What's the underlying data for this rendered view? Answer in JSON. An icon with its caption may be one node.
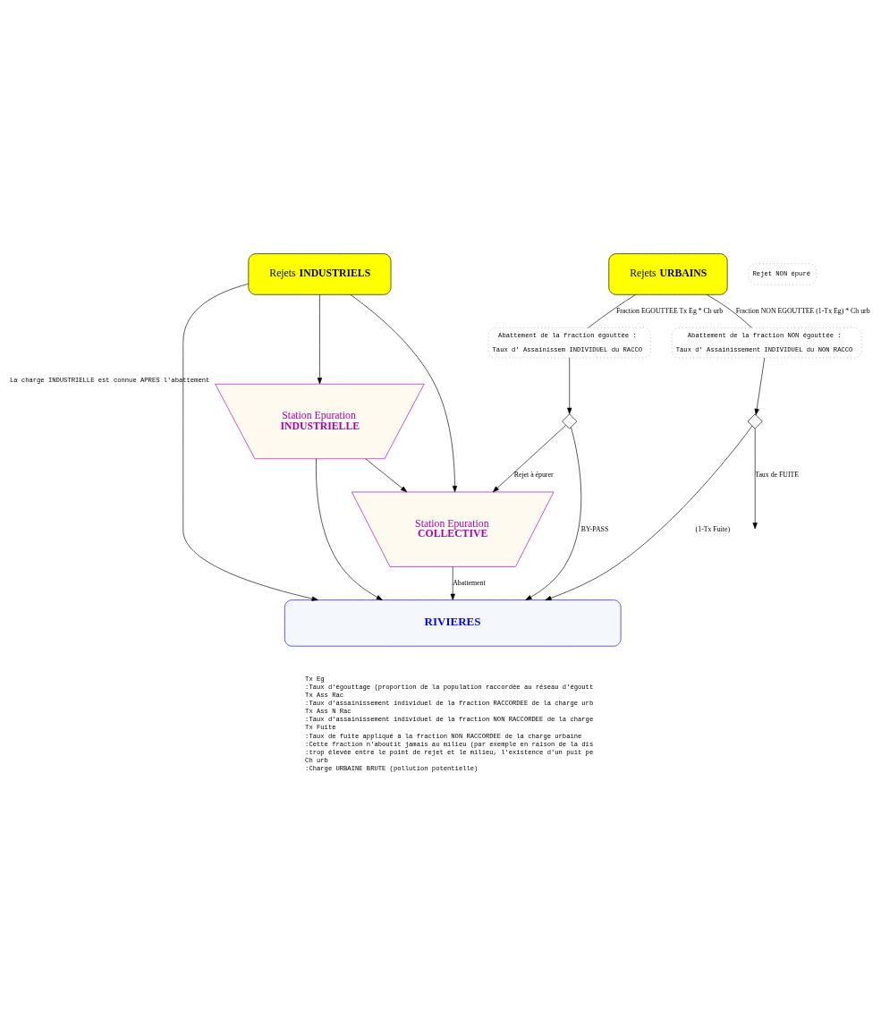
{
  "diagram": {
    "nodes": [
      {
        "text": [
          "Rejets **INDUSTRIELS**"
        ]
      },
      {
        "text": [
          "Rejets **URBAINS**"
        ]
      },
      {
        "text": [
          "Station Epuration",
          "INDUSTRIELLE"
        ],
        "beside": [
          "La charge INDUSTRIELLE est connue APRES l'abattement"
        ]
      },
      {
        "text": [
          "Abattement de la fraction égouttée :",
          "Taux d' Assainissem INDIVIDUEL du RACCO"
        ]
      },
      {
        "text": [
          "Abattement de la fraction NON égouttée :",
          "Taux d' Assainissement INDIVIDUEL du NON RACCO"
        ]
      },
      {
        "text": [],
        "shape": "diamond"
      },
      {
        "text": [],
        "shape": "diamond"
      },
      {
        "text": [
          "Station Epuration",
          "COLLECTIVE"
        ]
      },
      {
        "text": [
          "Rejet NON épuré"
        ]
      },
      {
        "text": [
          "RIVIERES"
        ]
      }
    ],
    "edges": [
      {
        "from": 0,
        "to": 9,
        "arrow": "to"
      },
      {
        "from": 0,
        "to": 2,
        "arrow": "to"
      },
      {
        "from": 0,
        "to": 7,
        "arrow": "to"
      },
      {
        "from": 1,
        "to": 3,
        "arrow": "none",
        "label": "Fraction EGOUTTEE Tx Eg * Ch urb"
      },
      {
        "from": 3,
        "to": 5,
        "arrow": "to"
      },
      {
        "from": 1,
        "to": 4,
        "arrow": "none",
        "label": "Fraction NON EGOUTTEE (1-Tx Eg) * Ch urb"
      },
      {
        "from": 4,
        "to": 6,
        "arrow": "to"
      },
      {
        "from": 2,
        "to": 7,
        "arrow": "to"
      },
      {
        "from": 2,
        "to": 9,
        "arrow": "to"
      },
      {
        "from": 5,
        "to": 7,
        "arrow": "to",
        "label": "Rejet à épurer"
      },
      {
        "from": 5,
        "to": 9,
        "arrow": "to",
        "label": "BY-PASS"
      },
      {
        "from": 6,
        "to": null,
        "arrow": "to",
        "label": "Taux de FUITE"
      },
      {
        "from": 6,
        "to": 9,
        "arrow": "to",
        "label": "(1-Tx Fuite)"
      },
      {
        "from": 7,
        "to": 9,
        "arrow": "to",
        "label": "Abattement"
      }
    ],
    "labels": [
      "Tx Eg",
      ":Taux d'égouttage (proportion de la population raccordée au réseau d'égoutt",
      "Tx Ass Rac",
      ":Taux d'assainissement individuel de la fraction RACCORDEE de la charge urb",
      "Tx Ass N Rac",
      ":Taux d'assainissement individuel de la fraction NON RACCORDEE de la charge",
      "Tx Fuite",
      ":Taux de fuite appliqué à la fraction NON RACCORDEE de la charge urbaine",
      ":Cette fraction n'aboutit jamais au milieu (par exemple en raison de la dis",
      ":trop élevée entre le point de rejet et le milieu, l'existence d'un puit pe",
      "Ch urb",
      ":Charge URBAINE BRUTE (pollution potentielle)"
    ]
  }
}
